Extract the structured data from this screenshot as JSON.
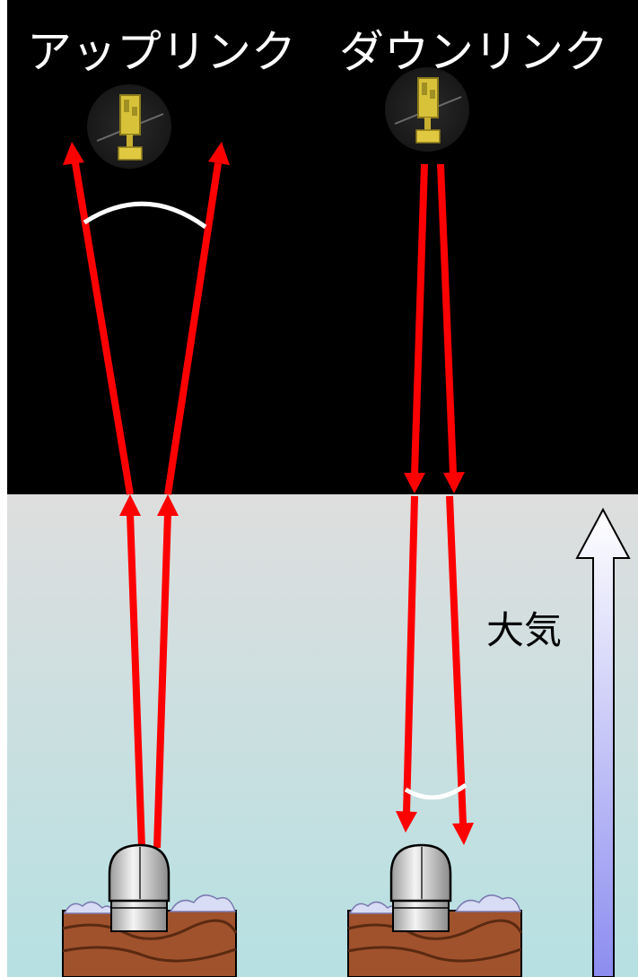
{
  "labels": {
    "uplink": "アップリンク",
    "downlink": "ダウンリンク",
    "atmosphere": "大気"
  },
  "colors": {
    "space": "#000000",
    "atmosphere_top": "#dedede",
    "atmosphere_bottom": "#b6e0e2",
    "beam": "#ff0000",
    "angle_arc": "#ffffff",
    "label_on_dark": "#ffffff",
    "label_on_light": "#000000",
    "gradient_arrow_top": "#ffffff",
    "gradient_arrow_bottom": "#8c8cf0"
  },
  "icons": {
    "satellite_uplink": "satellite-icon",
    "satellite_downlink": "satellite-icon",
    "station_uplink": "observatory-dome-icon",
    "station_downlink": "observatory-dome-icon"
  }
}
